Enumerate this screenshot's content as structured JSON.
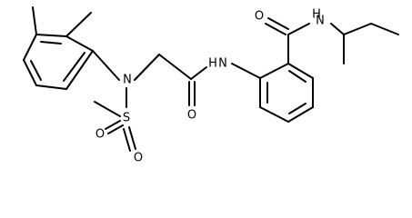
{
  "figure": {
    "atoms": {
      "o_amide_top": "O",
      "nh_amide_top": "N",
      "h_amide_top": "H",
      "nh_amide_mid": "N",
      "h_amide_mid": "H",
      "o_amide_mid": "O",
      "n_sulfonamide": "N",
      "s_sulfonyl": "S",
      "o_sulfonyl_left": "O",
      "o_sulfonyl_bottom": "O"
    }
  }
}
